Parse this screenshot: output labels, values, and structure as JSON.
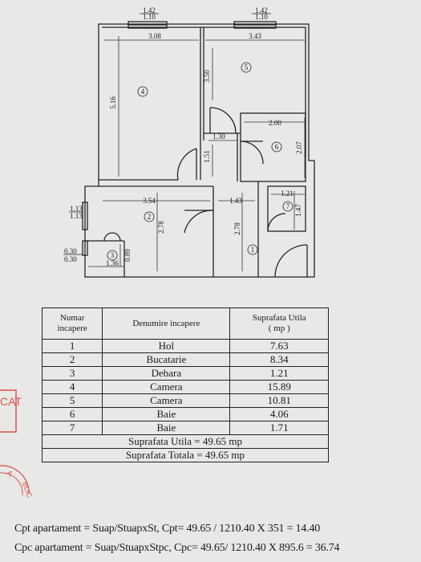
{
  "plan": {
    "window_top_left": {
      "top": "1.42",
      "bottom": "1.10"
    },
    "window_top_right": {
      "top": "1.42",
      "bottom": "1.10"
    },
    "window_left": {
      "top": "1.13",
      "bottom": "1.13"
    },
    "window_left_small": {
      "top": "0.30",
      "bottom": "0.30"
    },
    "dims": {
      "r4_width": "3.08",
      "r4_height": "5.16",
      "r5_width": "3.43",
      "r5_height": "3.50",
      "hall_width": "1.30",
      "hall_height": "1.51",
      "r6_width": "2.00",
      "r6_height": "2.07",
      "r2_width": "3.54",
      "r2_height": "2.78",
      "r1_width": "1.43",
      "r1_height": "2.78",
      "r7_width": "1.21",
      "r7_height": "1.47",
      "r3_width": "1.36",
      "r3_height": "0.89"
    },
    "room_numbers": [
      "1",
      "2",
      "3",
      "4",
      "5",
      "6",
      "7"
    ]
  },
  "table": {
    "headers": {
      "number": "Numar\nincapere",
      "name": "Denumire incapere",
      "area": "Suprafata Utila\n( mp )"
    },
    "rows": [
      {
        "nr": "1",
        "name": "Hol",
        "area": "7.63"
      },
      {
        "nr": "2",
        "name": "Bucatarie",
        "area": "8.34"
      },
      {
        "nr": "3",
        "name": "Debara",
        "area": "1.21"
      },
      {
        "nr": "4",
        "name": "Camera",
        "area": "15.89"
      },
      {
        "nr": "5",
        "name": "Camera",
        "area": "10.81"
      },
      {
        "nr": "6",
        "name": "Baie",
        "area": "4.06"
      },
      {
        "nr": "7",
        "name": "Baie",
        "area": "1.71"
      }
    ],
    "total_useful": "Suprafata Utila = 49.65 mp",
    "total_overall": "Suprafata Totala = 49.65 mp"
  },
  "formulas": {
    "line1": "Cpt apartament = Suap/StuapxSt, Cpt= 49.65 / 1210.40  X 351 = 14.40",
    "line2": "Cpc apartament = Suap/StuapxStpc, Cpc= 49.65/ 1210.40  X 895.6 = 36.74"
  },
  "stamp": {
    "text1": "CAT",
    "text2": "A",
    "text3": "BLIC"
  },
  "colors": {
    "paper": "#e8e9e6",
    "ink": "#1a1a1a",
    "stamp": "#d9534f"
  }
}
